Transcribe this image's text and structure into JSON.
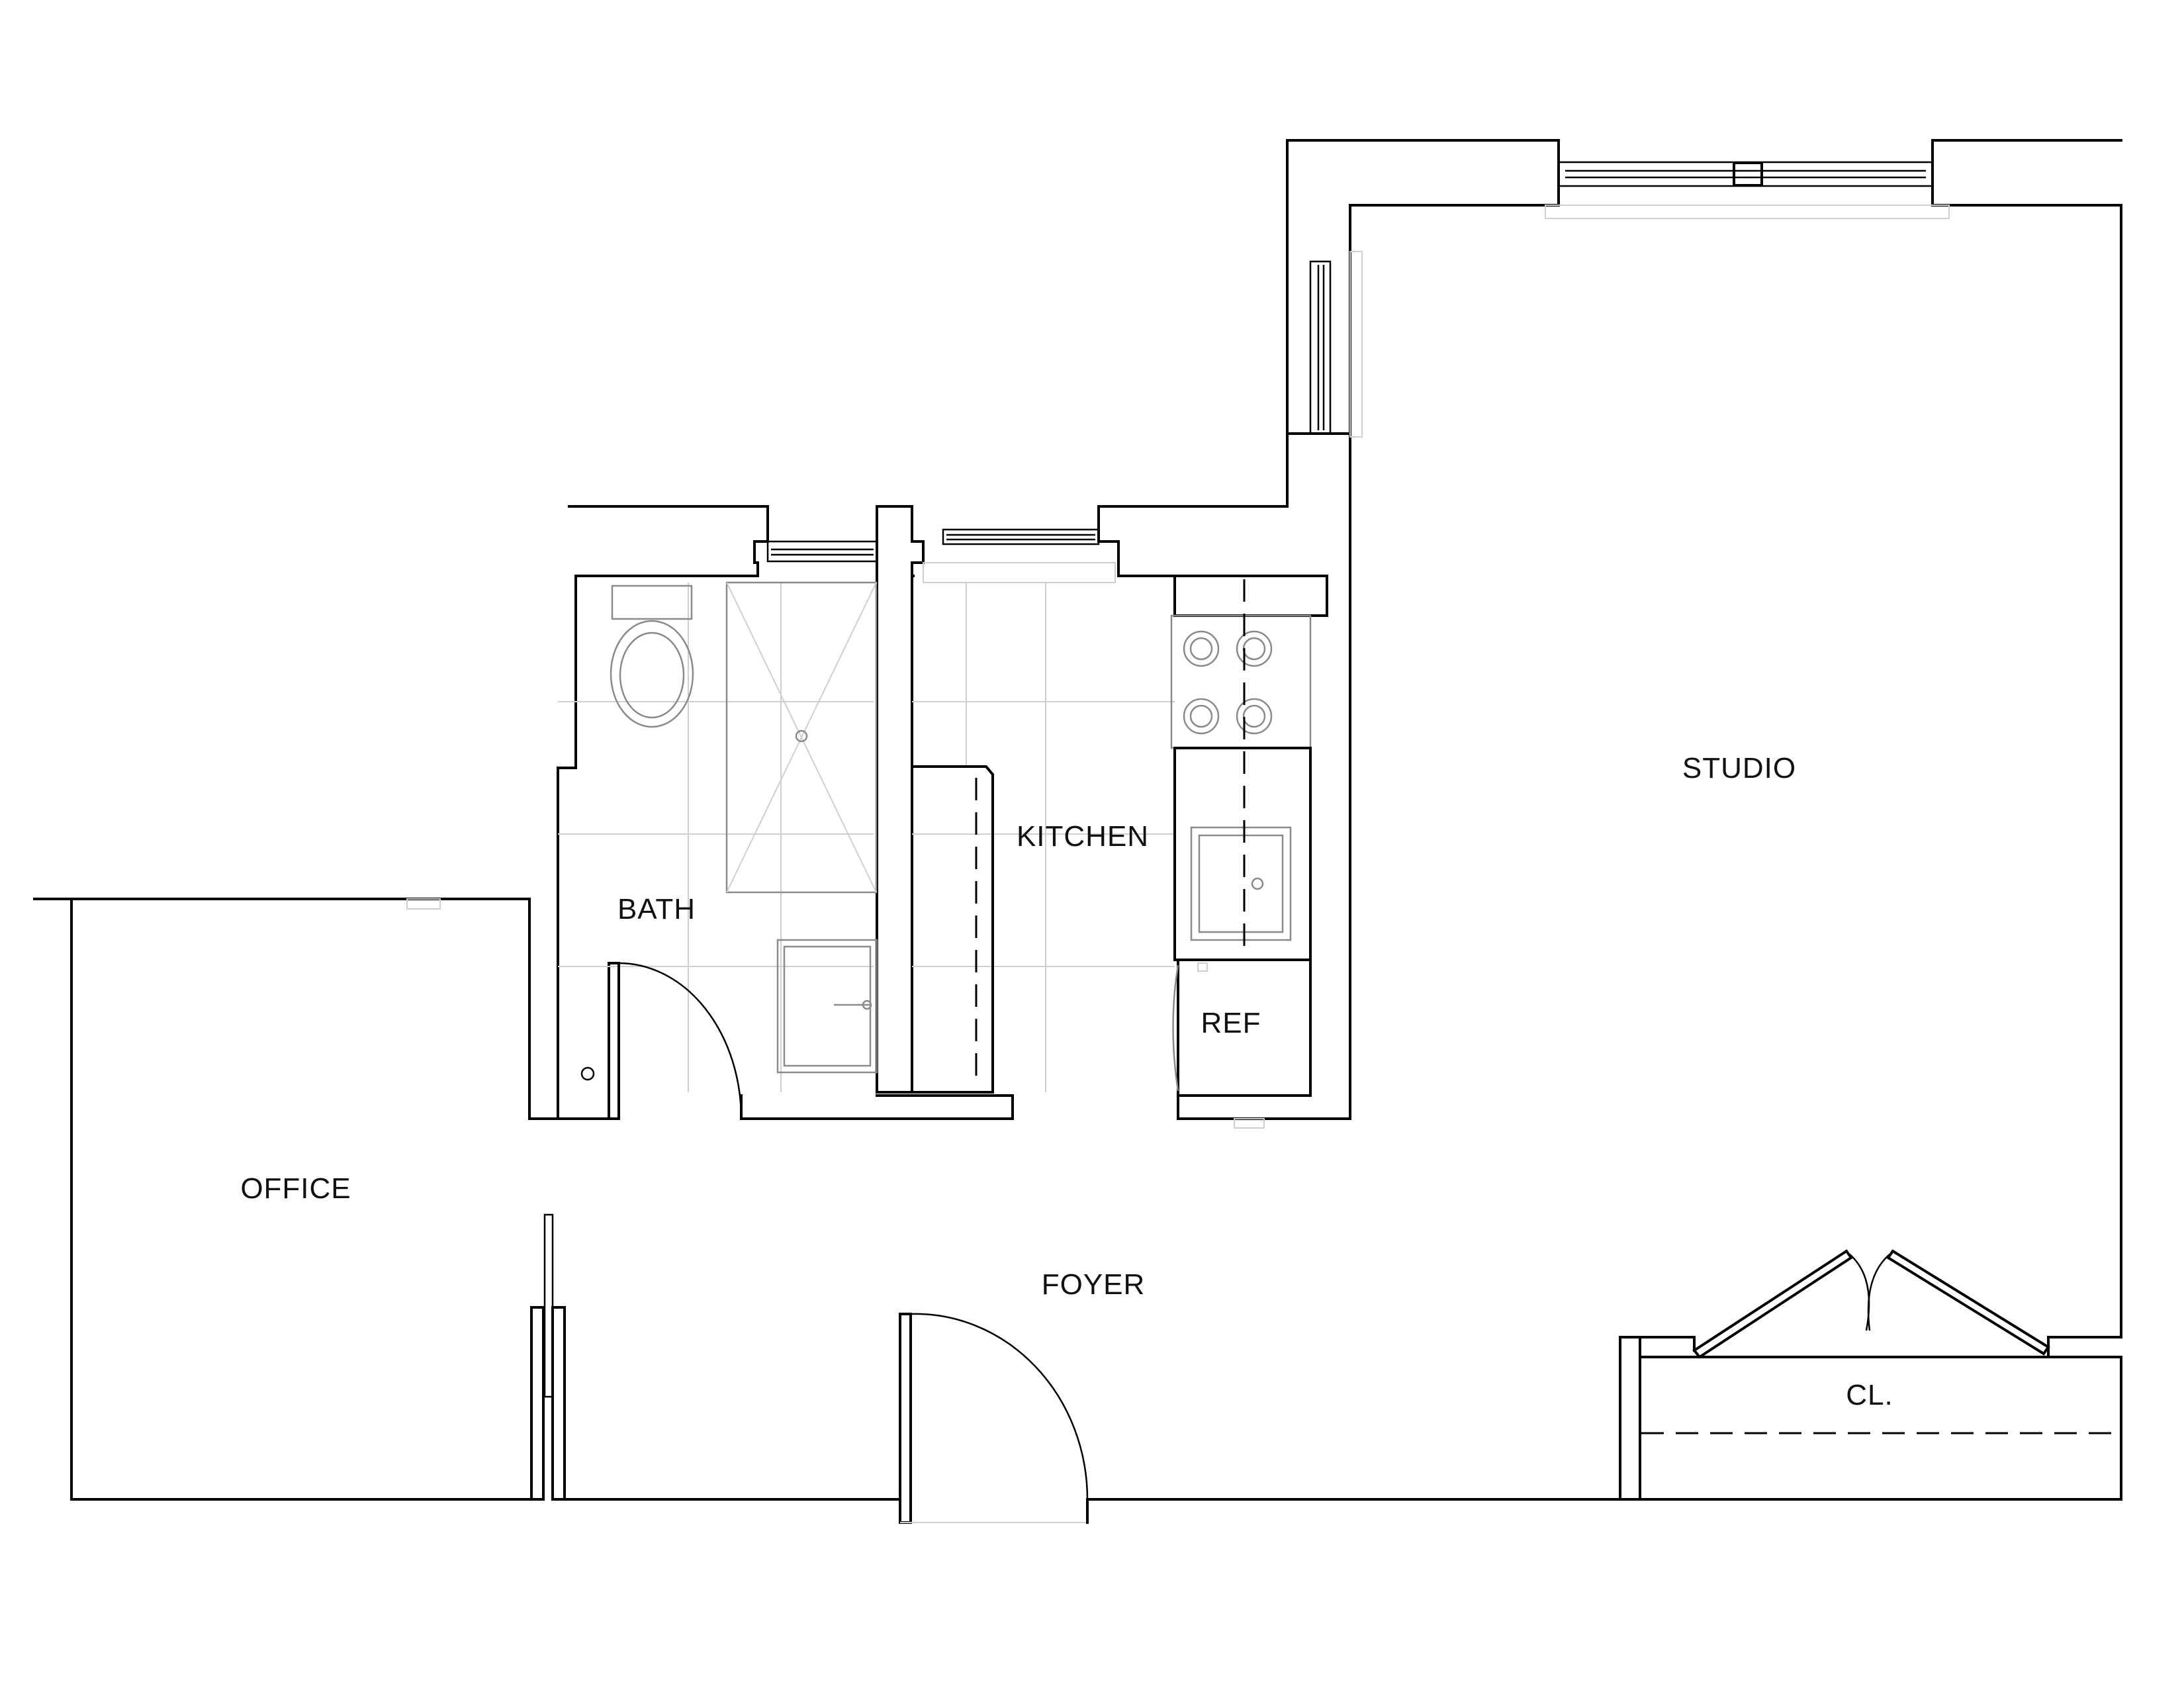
{
  "plan": {
    "rooms": [
      {
        "id": "studio",
        "label": "STUDIO"
      },
      {
        "id": "kitchen",
        "label": "KITCHEN"
      },
      {
        "id": "bath",
        "label": "BATH"
      },
      {
        "id": "office",
        "label": "OFFICE"
      },
      {
        "id": "foyer",
        "label": "FOYER"
      },
      {
        "id": "ref",
        "label": "REF"
      },
      {
        "id": "closet",
        "label": "CL."
      }
    ]
  },
  "colors": {
    "wall": "#000000",
    "fixture": "#8a8a8a",
    "background": "#ffffff"
  }
}
